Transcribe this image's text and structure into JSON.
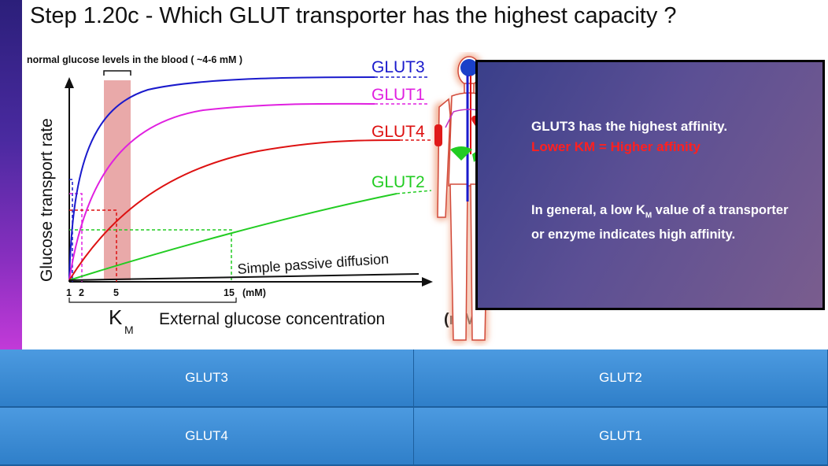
{
  "title": "Step 1.20c - Which GLUT transporter has the highest capacity ?",
  "figure": {
    "normal_range_label": "normal glucose levels in the blood ( ~4-6 mM )",
    "y_axis_label": "Glucose transport rate",
    "x_axis_label": "External glucose concentration",
    "x_axis_unit": "(mM)",
    "km_letter": "K",
    "km_subscript": "M",
    "tick_labels": [
      "1",
      "2",
      "5",
      "15"
    ],
    "tick_unit": "(mM)",
    "diffusion_label": "Simple passive diffusion",
    "curve_labels": {
      "glut3": "GLUT3",
      "glut1": "GLUT1",
      "glut4": "GLUT4",
      "glut2": "GLUT2"
    },
    "colors": {
      "glut3": "#1a1acc",
      "glut1": "#e020e0",
      "glut4": "#dd1111",
      "glut2": "#22cc22",
      "diffusion": "#111111",
      "normal_band": "#e9a9a9"
    }
  },
  "info": {
    "heading": "GLUT3 has the highest affinity.",
    "highlight": "Lower KM = Higher affinity",
    "body_start": "In general, a low K",
    "body_sub": "M",
    "body_end": " value of a transporter or enzyme indicates high affinity."
  },
  "answers": [
    "GLUT3",
    "GLUT2",
    "GLUT4",
    "GLUT1"
  ]
}
